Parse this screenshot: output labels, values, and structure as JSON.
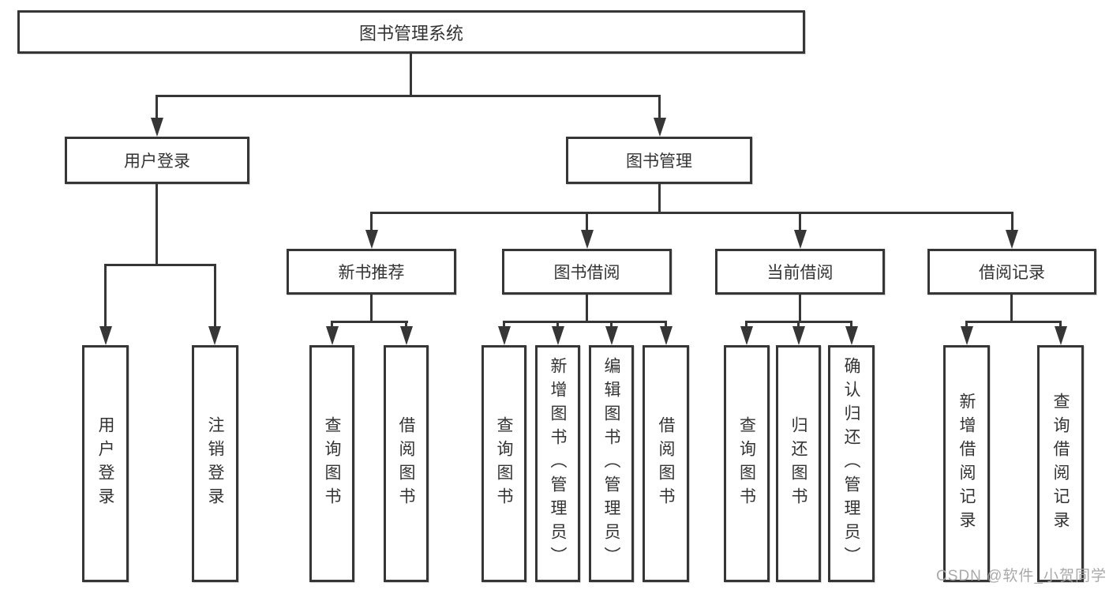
{
  "diagram": {
    "title": "图书管理系统",
    "watermark": "CSDN @软件_小贺同学",
    "colors": {
      "line": "#363636",
      "text": "#333333",
      "background": "#ffffff",
      "watermark": "#a4a4a4"
    },
    "nodes": {
      "root": {
        "label": "图书管理系统"
      },
      "level2": [
        {
          "label": "用户登录"
        },
        {
          "label": "图书管理"
        }
      ],
      "level3": [
        {
          "label": "新书推荐"
        },
        {
          "label": "图书借阅"
        },
        {
          "label": "当前借阅"
        },
        {
          "label": "借阅记录"
        }
      ],
      "leaves": {
        "user_login": [
          {
            "label": "用户登录"
          },
          {
            "label": "注销登录"
          }
        ],
        "new_book": [
          {
            "label": "查询图书"
          },
          {
            "label": "借阅图书"
          }
        ],
        "book_borrow": [
          {
            "label": "查询图书"
          },
          {
            "label": "新增图书（管理员）"
          },
          {
            "label": "编辑图书（管理员）"
          },
          {
            "label": "借阅图书"
          }
        ],
        "current_borrow": [
          {
            "label": "查询图书"
          },
          {
            "label": "归还图书"
          },
          {
            "label": "确认归还（管理员）"
          }
        ],
        "borrow_records": [
          {
            "label": "新增借阅记录"
          },
          {
            "label": "查询借阅记录"
          }
        ]
      }
    }
  }
}
